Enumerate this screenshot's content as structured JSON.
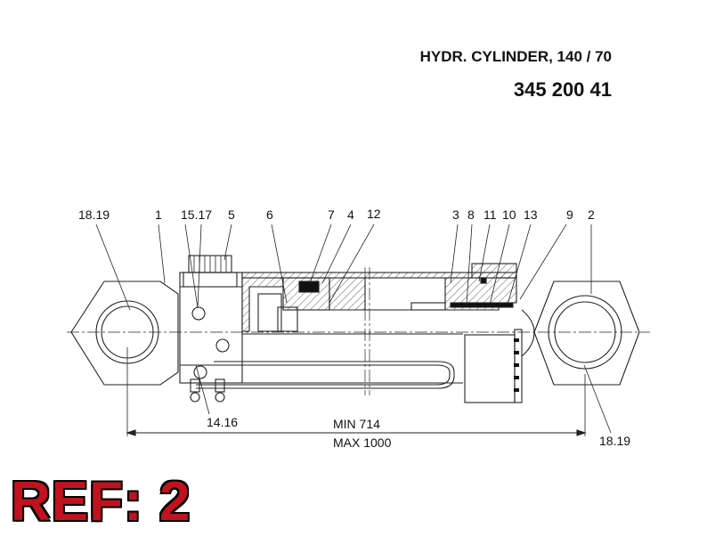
{
  "header": {
    "title": "HYDR. CYLINDER, 140 / 70",
    "part_number": "345 200 41"
  },
  "labels": {
    "l1": "18.19",
    "l2": "1",
    "l3": "15.17",
    "l4": "5",
    "l5": "6",
    "l6": "7",
    "l7": "4",
    "l8": "12",
    "l9": "3",
    "l10": "8",
    "l11": "11",
    "l12": "10",
    "l13": "13",
    "l14": "9",
    "l15": "2",
    "bottom_left": "14.16",
    "bottom_right": "18.19"
  },
  "dimensions": {
    "min": "MIN 714",
    "max": "MAX 1000"
  },
  "badge": "REF: 2",
  "colors": {
    "badge": "#c1121f",
    "line": "#222222"
  }
}
